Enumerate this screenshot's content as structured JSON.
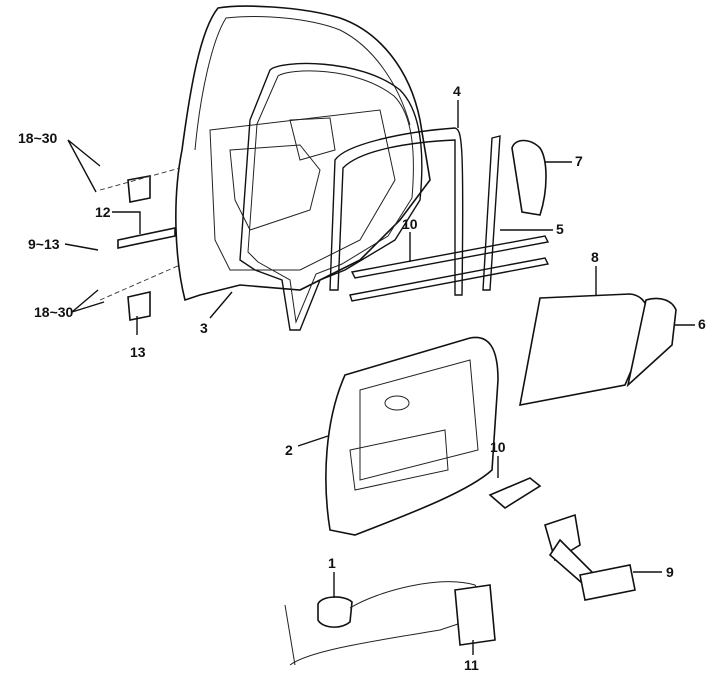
{
  "diagram": {
    "title": "Rear door exploded view",
    "callouts": {
      "torque_top": "18~30",
      "part_12": "12",
      "torque_check": "9~13",
      "torque_bottom": "18~30",
      "part_13": "13",
      "part_3": "3",
      "part_4": "4",
      "part_10_top": "10",
      "part_5": "5",
      "part_7": "7",
      "part_8": "8",
      "part_6": "6",
      "part_2": "2",
      "part_10_bottom": "10",
      "part_1": "1",
      "part_11": "11",
      "part_9": "9"
    }
  }
}
